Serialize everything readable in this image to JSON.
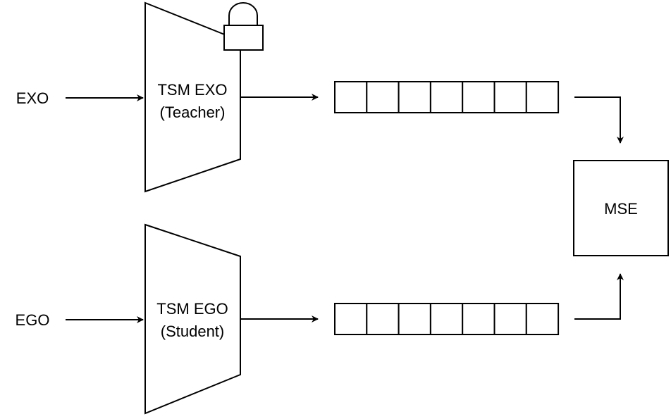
{
  "inputs": {
    "exo": "EXO",
    "ego": "EGO"
  },
  "teacher": {
    "line1": "TSM EXO",
    "line2": "(Teacher)",
    "locked": true
  },
  "student": {
    "line1": "TSM EGO",
    "line2": "(Student)"
  },
  "feature_vector_cells": 7,
  "loss": {
    "label": "MSE"
  },
  "colors": {
    "stroke": "#000000",
    "fill": "#ffffff"
  }
}
